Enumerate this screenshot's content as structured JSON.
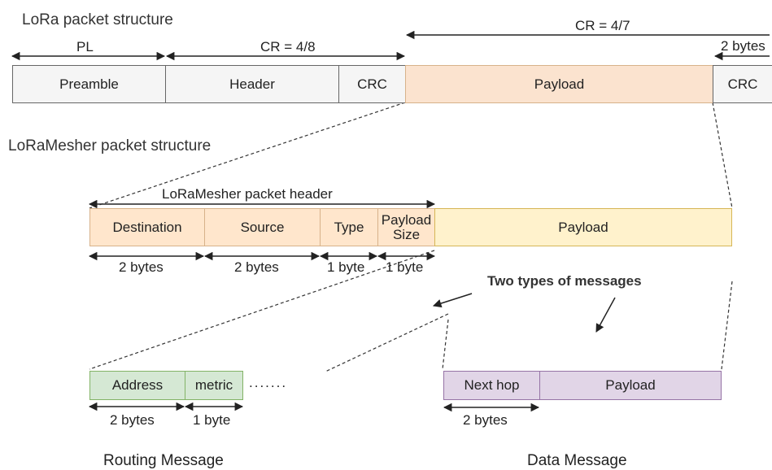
{
  "lora": {
    "title": "LoRa packet structure",
    "pl": "PL",
    "cr_header": "CR = 4/8",
    "cr_payload": "CR = 4/7",
    "crc_bytes": "2 bytes",
    "fields": [
      "Preamble",
      "Header",
      "CRC",
      "Payload",
      "CRC"
    ]
  },
  "mesher": {
    "title": "LoRaMesher packet structure",
    "header_label": "LoRaMesher packet header",
    "fields": [
      "Destination",
      "Source",
      "Type",
      "Payload\nSize",
      "Payload"
    ],
    "sizes": [
      "2 bytes",
      "2 bytes",
      "1 byte",
      "1 byte"
    ],
    "note": "Two types of messages"
  },
  "routing": {
    "fields": [
      "Address",
      "metric"
    ],
    "ellipsis": ".......",
    "sizes": [
      "2 bytes",
      "1 byte"
    ],
    "caption": "Routing Message"
  },
  "data_msg": {
    "fields": [
      "Next hop",
      "Payload"
    ],
    "sizes": [
      "2 bytes"
    ],
    "caption": "Data Message"
  },
  "colors": {
    "grey_fill": "#f5f5f5",
    "grey_border": "#666666",
    "orange_fill": "#fbe3cf",
    "orange_border": "#d7b28a",
    "header_fill": "#ffe6cc",
    "payload_fill": "#fff2cc",
    "payload_border": "#d6b656",
    "green_fill": "#d5e8d4",
    "green_border": "#82b366",
    "purple_fill": "#e1d5e7",
    "purple_border": "#9673a6"
  }
}
